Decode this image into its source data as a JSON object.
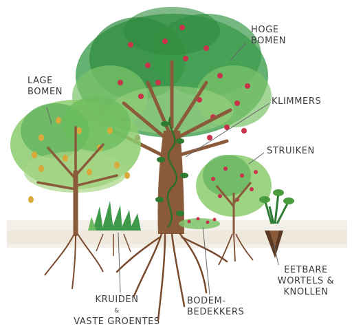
{
  "labels": {
    "hoge_bomen": [
      "HOGE",
      "BOMEN"
    ],
    "lage_bomen": [
      "LAGE",
      "BOMEN"
    ],
    "klimmers": "KLIMMERS",
    "struiken": "STRUIKEN",
    "kruiden": [
      "KRUIDEN",
      "&",
      "VASTE GROENTES"
    ],
    "bodembedekkers": [
      "BODEM-",
      "BEDEKKERS"
    ],
    "eetbare": [
      "EETBARE",
      "WORTELS &",
      "KNOLLEN"
    ]
  },
  "colors": {
    "foliage_dark": "#2e8a3e",
    "foliage_light": "#7cc46a",
    "trunk": "#8a5a3b",
    "fruit_red": "#c8324a",
    "fruit_yellow": "#d9a93a",
    "ink": "#3a3a3a"
  }
}
